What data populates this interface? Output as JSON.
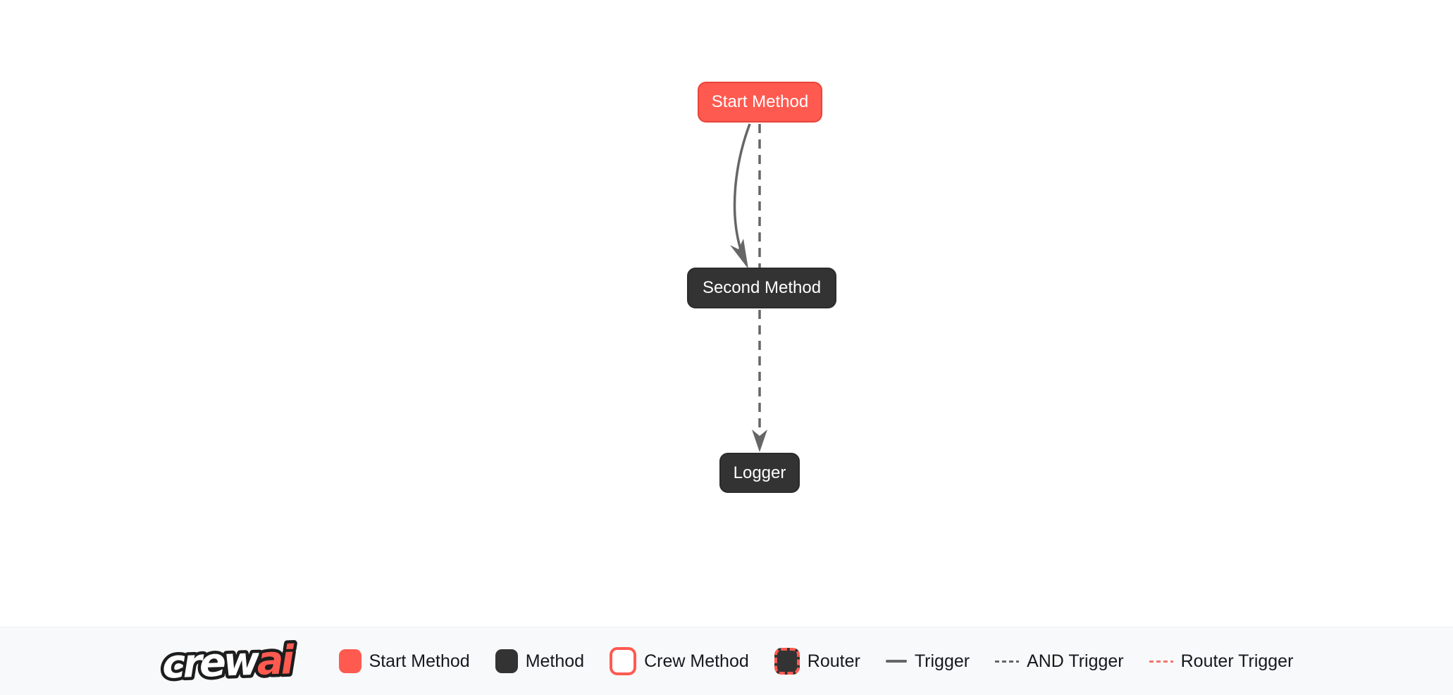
{
  "colors": {
    "accent_red": "#FF5A50",
    "accent_red_border": "#E8443B",
    "dark_node": "#333333",
    "edge_gray": "#666666",
    "router_trigger_red": "#F4766D",
    "legend_bg": "#F8F9FA",
    "canvas_bg": "#FFFFFF",
    "legend_text": "#16181D"
  },
  "flow": {
    "nodes": [
      {
        "label": "Start Method",
        "type": "start-method"
      },
      {
        "label": "Second Method",
        "type": "method"
      },
      {
        "label": "Logger",
        "type": "method"
      }
    ],
    "edges": [
      {
        "from": "Start Method",
        "to": "Second Method",
        "type": "trigger",
        "style": "solid-curved",
        "arrow": true
      },
      {
        "from": "Start Method",
        "via": "Second Method",
        "to": "Logger",
        "type": "and-trigger",
        "style": "dashed-straight",
        "arrow": true
      }
    ]
  },
  "legend": {
    "logo": {
      "text_primary": "crew",
      "text_accent": "ai"
    },
    "items": [
      {
        "label": "Start Method",
        "swatch": "start-method-box"
      },
      {
        "label": "Method",
        "swatch": "method-box"
      },
      {
        "label": "Crew Method",
        "swatch": "crew-method-box"
      },
      {
        "label": "Router",
        "swatch": "router-box"
      },
      {
        "label": "Trigger",
        "swatch": "solid-line"
      },
      {
        "label": "AND Trigger",
        "swatch": "dashed-gray-line"
      },
      {
        "label": "Router Trigger",
        "swatch": "dashed-red-line"
      }
    ]
  }
}
